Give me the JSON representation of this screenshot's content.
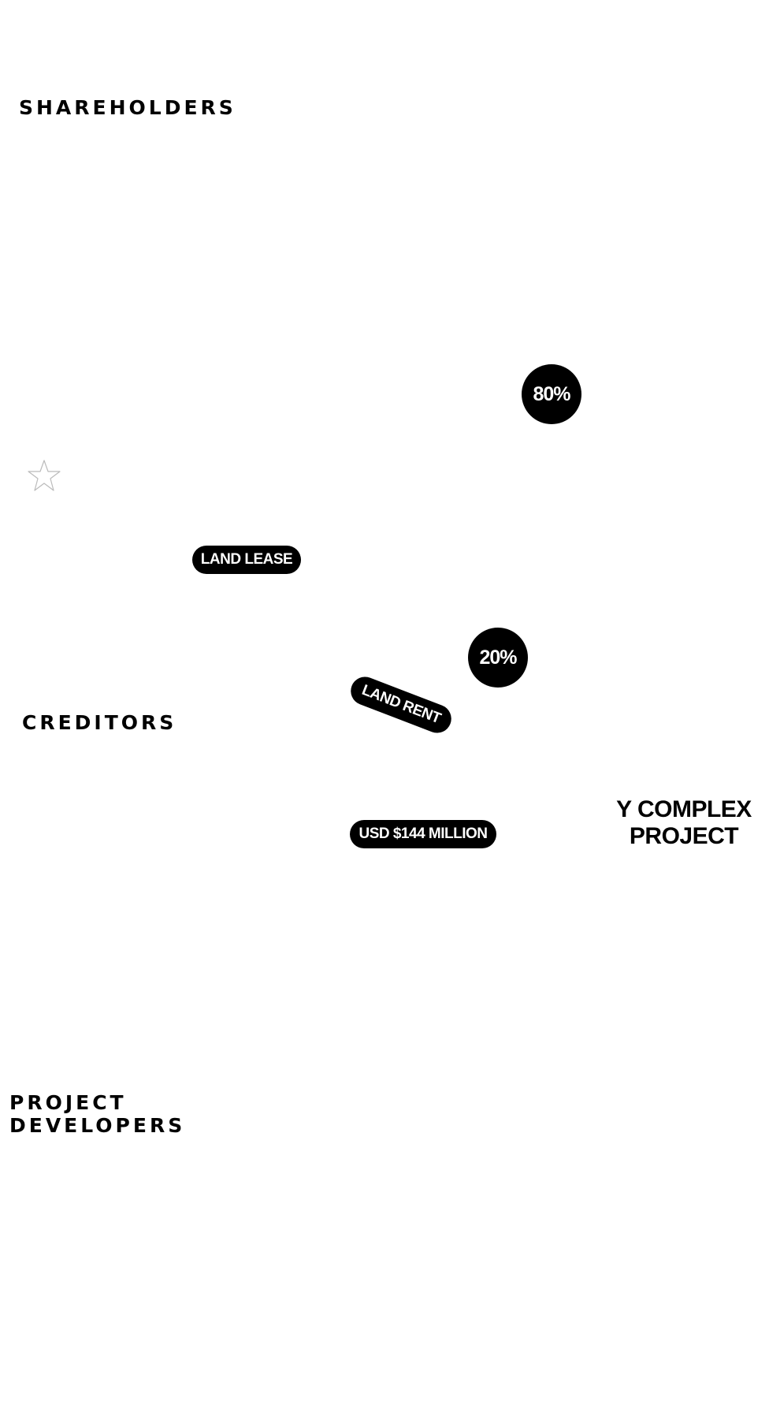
{
  "nodes": {
    "shareholders": "SHAREHOLDERS",
    "creditors": "CREDITORS",
    "developers_line1": "PROJECT",
    "developers_line2": "DEVELOPERS",
    "project_line1": "Y COMPLEX",
    "project_line2": "PROJECT"
  },
  "badges": {
    "share_80": "80%",
    "share_20": "20%"
  },
  "pills": {
    "land_lease": "LAND LEASE",
    "land_rent": "LAND RENT",
    "amount": "USD $144 MILLION"
  },
  "icons": {
    "star": "star-outline-icon"
  },
  "colors": {
    "ink": "#000000",
    "background": "#ffffff",
    "star_outline": "#bbbbbb"
  }
}
